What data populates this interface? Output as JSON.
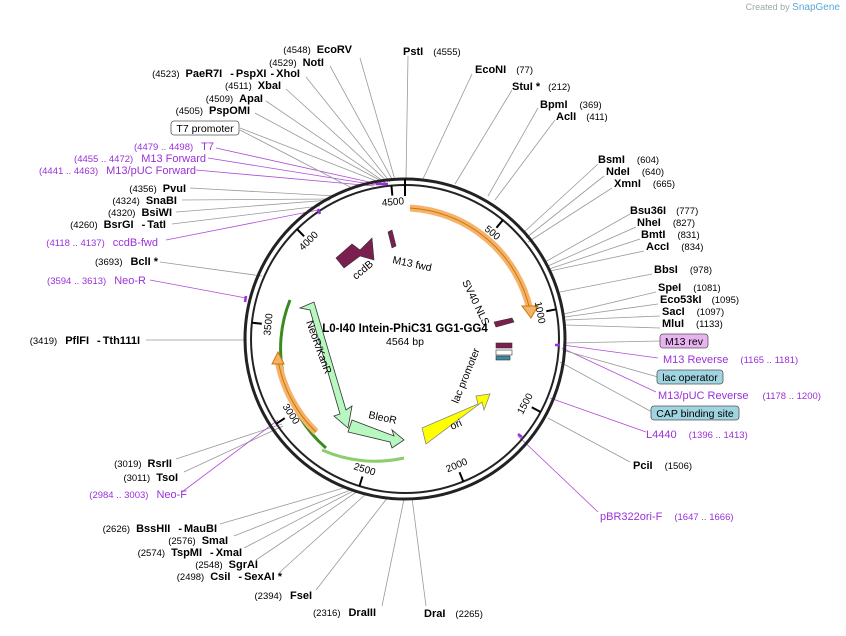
{
  "branding": {
    "created_by": "Created by",
    "app": "SnapGene"
  },
  "map": {
    "name": "L0-I40 Intein-PhiC31 GG1-GG4",
    "length_label": "4564 bp",
    "total_bp": 4564,
    "ticks": [
      "500",
      "1000",
      "1500",
      "2000",
      "2500",
      "3000",
      "3500",
      "4000",
      "4500"
    ]
  },
  "features": [
    {
      "name": "SV40 NLS",
      "color": "#7b1f4f"
    },
    {
      "name": "lac promoter",
      "color": "#ffffff"
    },
    {
      "name": "ori",
      "color": "#ffff00"
    },
    {
      "name": "BleoR",
      "color": "#b7f7c0"
    },
    {
      "name": "NeoR/KanR",
      "color": "#b7f7c0"
    },
    {
      "name": "ccdB",
      "color": "#7b1f4f"
    },
    {
      "name": "M13 fwd",
      "color": "#000000"
    }
  ],
  "sites": [
    {
      "name": "EcoRV",
      "pos": "(4548)"
    },
    {
      "name": "NotI",
      "pos": "(4529)"
    },
    {
      "name": "PaeR7I",
      "pos": "(4523)",
      "sep": "-",
      "name2": "PspXI",
      "sep2": "-",
      "name3": "XhoI"
    },
    {
      "name": "XbaI",
      "pos": "(4511)"
    },
    {
      "name": "ApaI",
      "pos": "(4509)"
    },
    {
      "name": "PspOMI",
      "pos": "(4505)"
    },
    {
      "name": "PstI",
      "pos": "(4555)"
    },
    {
      "name": "EcoNI",
      "pos": "(77)"
    },
    {
      "name": "StuI *",
      "pos": "(212)"
    },
    {
      "name": "BpmI",
      "pos": "(369)"
    },
    {
      "name": "AclI",
      "pos": "(411)"
    },
    {
      "name": "BsmI",
      "pos": "(604)"
    },
    {
      "name": "NdeI",
      "pos": "(640)"
    },
    {
      "name": "XmnI",
      "pos": "(665)"
    },
    {
      "name": "Bsu36I",
      "pos": "(777)"
    },
    {
      "name": "NheI",
      "pos": "(827)"
    },
    {
      "name": "BmtI",
      "pos": "(831)"
    },
    {
      "name": "AccI",
      "pos": "(834)"
    },
    {
      "name": "BbsI",
      "pos": "(978)"
    },
    {
      "name": "SpeI",
      "pos": "(1081)"
    },
    {
      "name": "Eco53kI",
      "pos": "(1095)"
    },
    {
      "name": "SacI",
      "pos": "(1097)"
    },
    {
      "name": "MluI",
      "pos": "(1133)"
    },
    {
      "name": "PciI",
      "pos": "(1506)"
    },
    {
      "name": "DraI",
      "pos": "(2265)"
    },
    {
      "name": "DraIII",
      "pos": "(2316)"
    },
    {
      "name": "FseI",
      "pos": "(2394)"
    },
    {
      "name": "CsiI",
      "pos": "(2498)",
      "sep": "-",
      "name2": "SexAI *"
    },
    {
      "name": "SgrAI",
      "pos": "(2548)"
    },
    {
      "name": "TspMI",
      "pos": "(2574)",
      "sep": "-",
      "name2": "XmaI"
    },
    {
      "name": "SmaI",
      "pos": "(2576)"
    },
    {
      "name": "BssHII",
      "pos": "(2626)",
      "sep": "-",
      "name2": "MauBI"
    },
    {
      "name": "TsoI",
      "pos": "(3011)"
    },
    {
      "name": "RsrII",
      "pos": "(3019)"
    },
    {
      "name": "PflFI",
      "pos": "(3419)",
      "sep": "-",
      "name2": "Tth111I"
    },
    {
      "name": "BclI *",
      "pos": "(3693)"
    },
    {
      "name": "BsrGI",
      "pos": "(4260)",
      "sep": "-",
      "name2": "TatI"
    },
    {
      "name": "BsiWI",
      "pos": "(4320)"
    },
    {
      "name": "SnaBI",
      "pos": "(4324)"
    },
    {
      "name": "PvuI",
      "pos": "(4356)"
    }
  ],
  "primers": [
    {
      "name": "T7",
      "pos": "(4479 .. 4498)"
    },
    {
      "name": "M13 Forward",
      "pos": "(4455 .. 4472)"
    },
    {
      "name": "M13/pUC Forward",
      "pos": "(4441 .. 4463)"
    },
    {
      "name": "ccdB-fwd",
      "pos": "(4118 .. 4137)"
    },
    {
      "name": "Neo-R",
      "pos": "(3594 .. 3613)"
    },
    {
      "name": "Neo-F",
      "pos": "(2984 .. 3003)"
    },
    {
      "name": "M13 Reverse",
      "pos": "(1165 .. 1181)"
    },
    {
      "name": "M13/pUC Reverse",
      "pos": "(1178 .. 1200)"
    },
    {
      "name": "L4440",
      "pos": "(1396 .. 1413)"
    },
    {
      "name": "pBR322ori-F",
      "pos": "(1647 .. 1666)"
    }
  ],
  "boxed_labels": [
    {
      "name": "T7 promoter",
      "fill": "#ffffff"
    },
    {
      "name": "M13 rev",
      "fill": "#e8b4f0"
    },
    {
      "name": "lac operator",
      "fill": "#9fd4e0"
    },
    {
      "name": "CAP binding site",
      "fill": "#9fd4e0"
    }
  ]
}
